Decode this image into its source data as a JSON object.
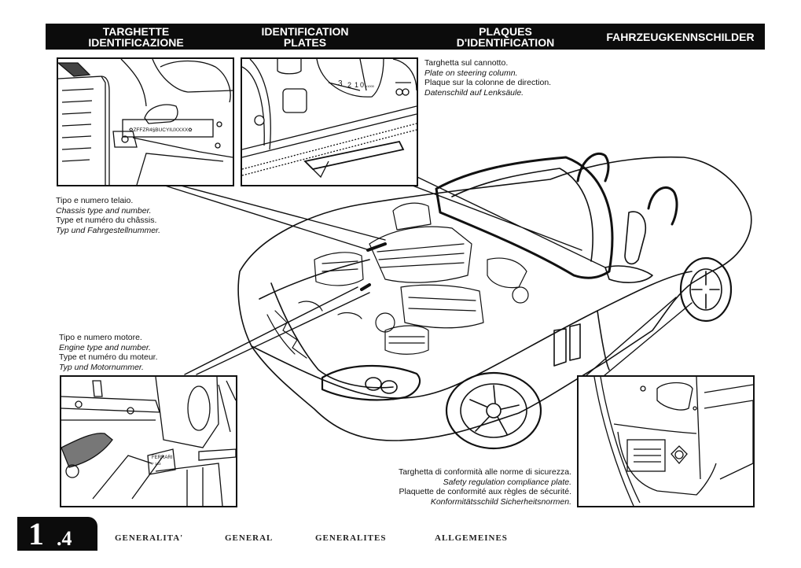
{
  "header": {
    "sections": [
      {
        "line1": "TARGHETTE",
        "line2": "IDENTIFICAZIONE"
      },
      {
        "line1": "IDENTIFICATION",
        "line2": "PLATES"
      },
      {
        "line1": "PLAQUES",
        "line2": "D'IDENTIFICATION"
      },
      {
        "line1": "FAHRZEUGKENNSCHILDER",
        "line2": ""
      }
    ]
  },
  "captions": {
    "steering": {
      "it": "Targhetta sul cannotto.",
      "en": "Plate on steering column.",
      "fr": "Plaque sur la colonne de direction.",
      "de": "Datenschild auf Lenksäule."
    },
    "chassis": {
      "it": "Tipo e numero telaio.",
      "en": "Chassis type and number.",
      "fr": "Type et numéro du châssis.",
      "de": "Typ und Fahrgestellnummer."
    },
    "engine": {
      "it": "Tipo e numero motore.",
      "en": "Engine type and number.",
      "fr": "Type et numéro du moteur.",
      "de": "Typ und Motornummer."
    },
    "safety": {
      "it": "Targhetta di conformità alle norme di sicurezza.",
      "en": "Safety regulation compliance plate.",
      "fr": "Plaquette de conformité aux règles de sécurité.",
      "de": "Konformitätsschild Sicherheitsnormen."
    }
  },
  "insets": {
    "chassis_plate_text": "✿ZFFZR4§BUCYIUXXXX✿",
    "engine_plate_brand": "FERRARI",
    "engine_plate_code": "F 133",
    "gauge_label": "x1000",
    "gauge_numbers": [
      "3",
      "2",
      "1",
      "0"
    ]
  },
  "footer": {
    "section_major": "1",
    "section_minor": ".4",
    "labels": [
      "GENERALITA'",
      "GENERAL",
      "GENERALITES",
      "ALLGEMEINES"
    ]
  }
}
